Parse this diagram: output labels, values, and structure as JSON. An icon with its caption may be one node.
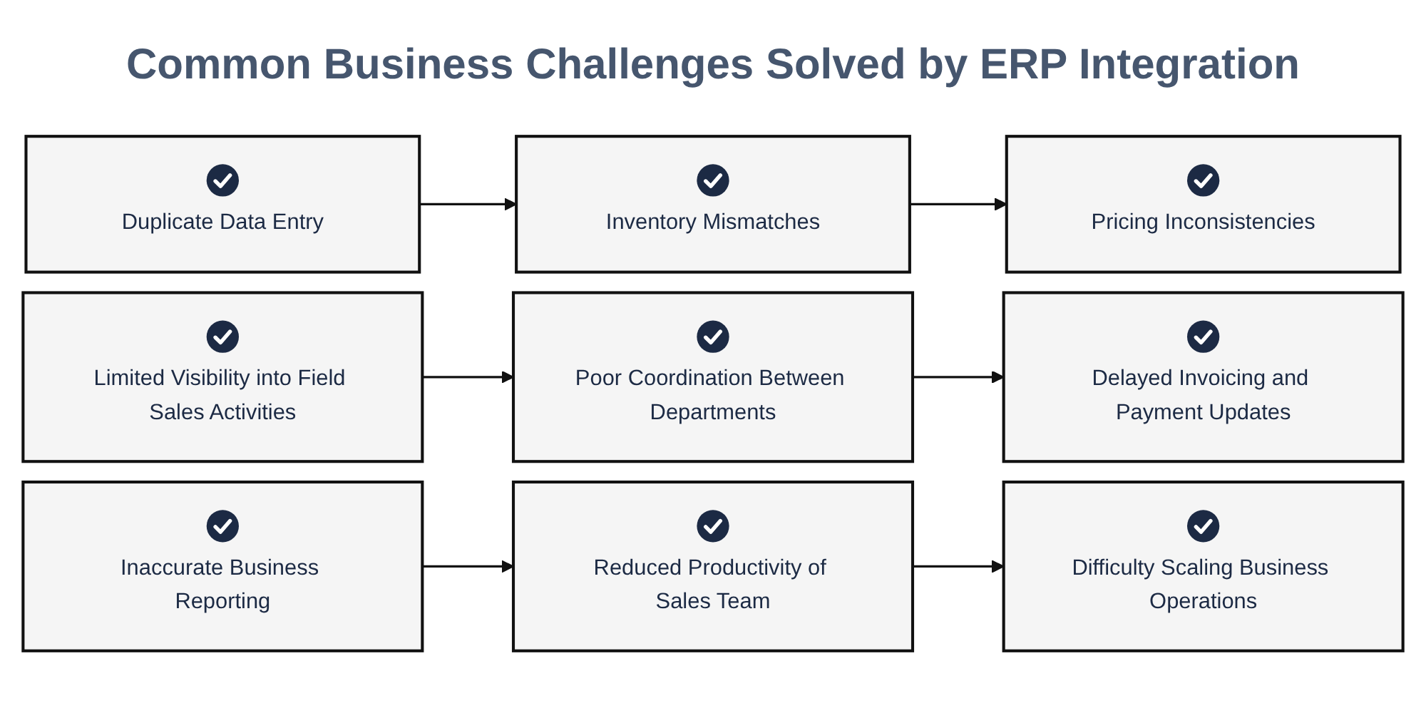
{
  "diagram": {
    "title": "Common Business Challenges Solved by ERP Integration",
    "nodes": [
      {
        "text": [
          "Duplicate Data Entry"
        ]
      },
      {
        "text": [
          "Inventory Mismatches"
        ]
      },
      {
        "text": [
          "Pricing Inconsistencies"
        ]
      },
      {
        "text": [
          "Delayed Invoicing and Payment Updates"
        ]
      },
      {
        "text": [
          "Poor Coordination Between Departments"
        ]
      },
      {
        "text": [
          "Limited Visibility into Field Sales Activities"
        ]
      },
      {
        "text": [
          "Inaccurate Business Reporting"
        ]
      },
      {
        "text": [
          "Reduced Productivity of Sales Team"
        ]
      },
      {
        "text": [
          "Difficulty Scaling Business Operations"
        ]
      }
    ],
    "edges": [
      {
        "from": 0,
        "to": 1,
        "arrow": "to"
      },
      {
        "from": 1,
        "to": 2,
        "arrow": "to"
      },
      {
        "from": 5,
        "to": 4,
        "arrow": "to"
      },
      {
        "from": 4,
        "to": 3,
        "arrow": "to"
      },
      {
        "from": 6,
        "to": 7,
        "arrow": "to"
      },
      {
        "from": 7,
        "to": 8,
        "arrow": "to"
      }
    ]
  }
}
